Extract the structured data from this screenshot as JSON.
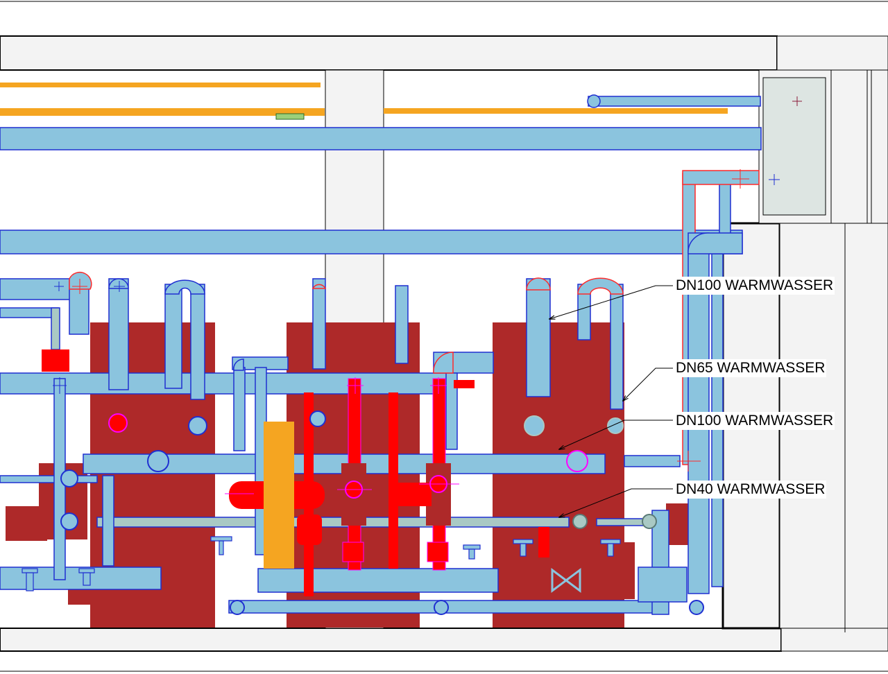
{
  "colors": {
    "pipe": "#8bc4de",
    "pipe_outline": "#1f2fd1",
    "heater": "#ae2929",
    "heater_line": "#ff2a2a",
    "valve_red": "#ff0000",
    "magenta": "#ff00ff",
    "cable_tray": "#f5a521",
    "wall": "#f3f3f3",
    "glass": "#dde5e2",
    "outline": "#000000"
  },
  "labels": [
    {
      "text": "DN100 WARMWASSER"
    },
    {
      "text": "DN65 WARMWASSER"
    },
    {
      "text": "DN100 WARMWASSER"
    },
    {
      "text": "DN40 WARMWASSER"
    }
  ]
}
